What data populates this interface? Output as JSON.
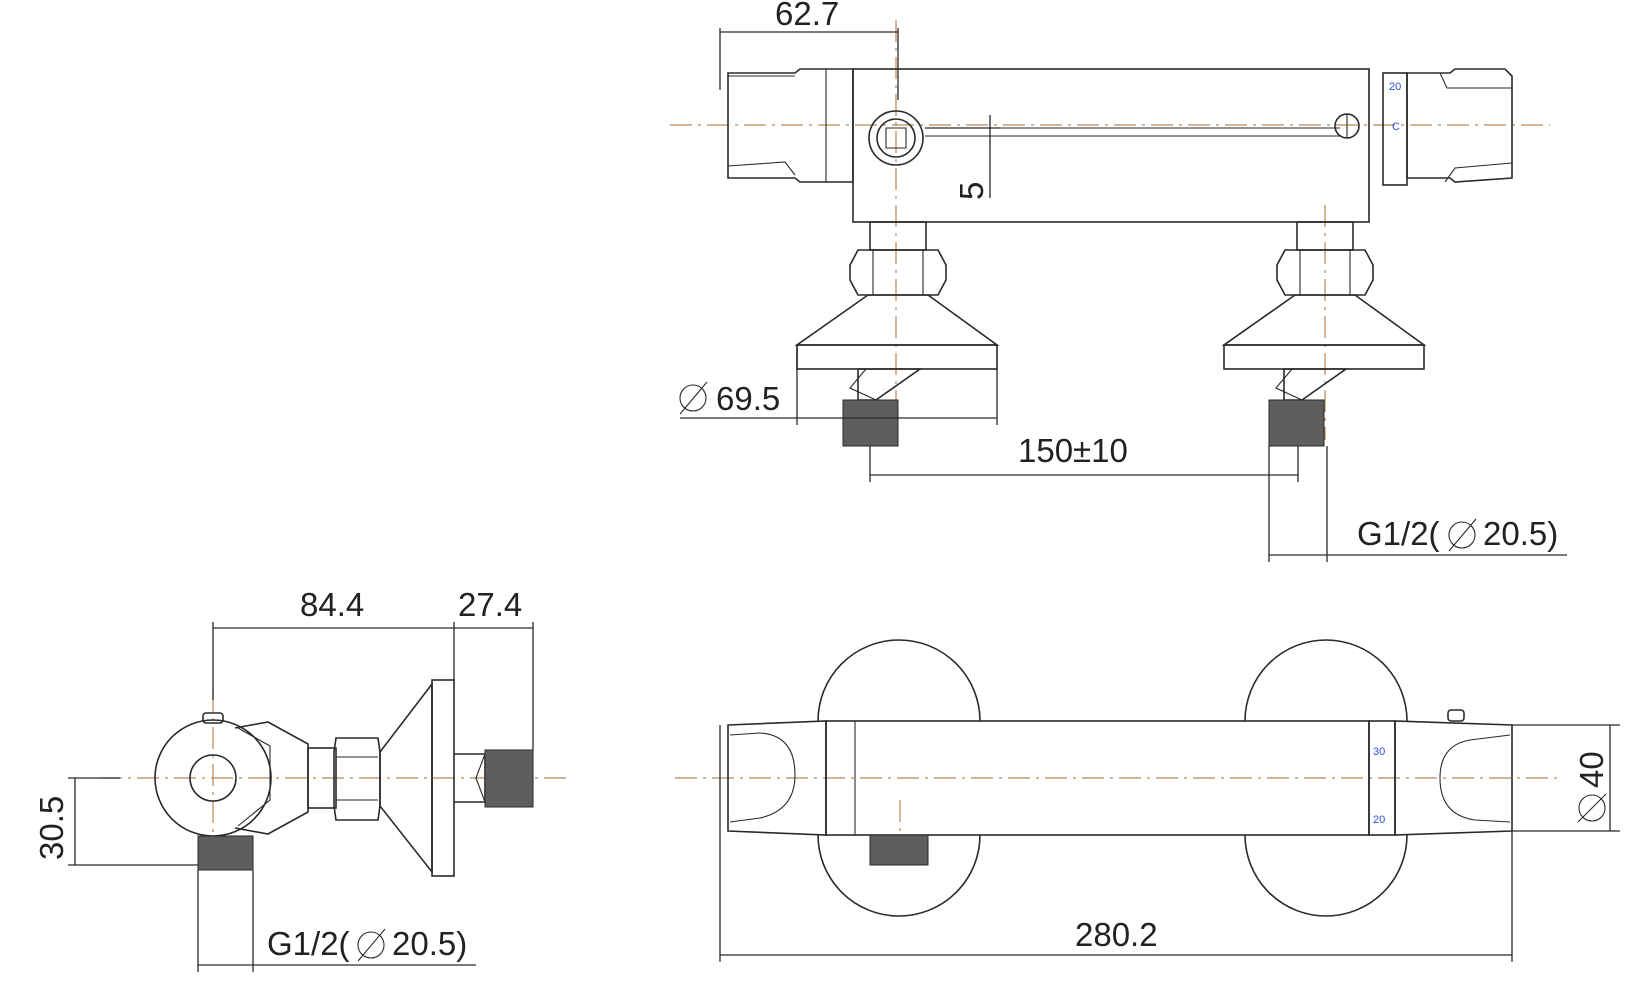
{
  "dimensions": {
    "top_width_62": "62.7",
    "offset_5": "5",
    "flange_diameter": "69.5",
    "inlet_spacing": "150±10",
    "top_thread": "G1/2(",
    "top_thread_dia": "20.5)",
    "side_depth": "84.4",
    "side_flange": "27.4",
    "side_height": "30.5",
    "side_thread": "G1/2(",
    "side_thread_dia": "20.5)",
    "overall_length": "280.2",
    "body_diameter": "40"
  },
  "temperature_scale": {
    "top_mark": "20",
    "front_mark_30": "30",
    "front_mark_20": "20",
    "unit": "C"
  },
  "colors": {
    "line": "#2a2a2a",
    "centerline": "#b8875a",
    "scale_text": "#2b4fd6"
  }
}
